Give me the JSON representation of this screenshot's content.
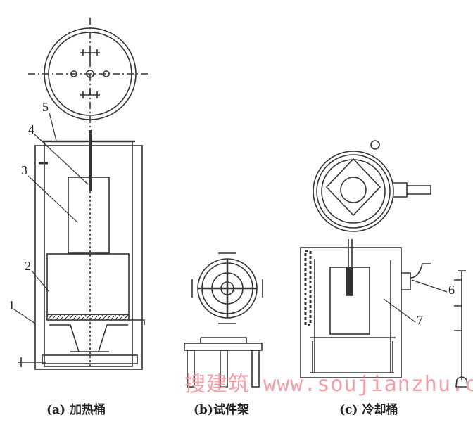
{
  "labels": {
    "n1": "1",
    "n2": "2",
    "n3": "3",
    "n4": "4",
    "n5": "5",
    "n6": "6",
    "n7": "7"
  },
  "captions": {
    "a": "(a) 加热桶",
    "b": "(b)试件架",
    "c": "(c) 冷却桶"
  },
  "watermark": "搜建筑 www.soujianzhu.cn"
}
